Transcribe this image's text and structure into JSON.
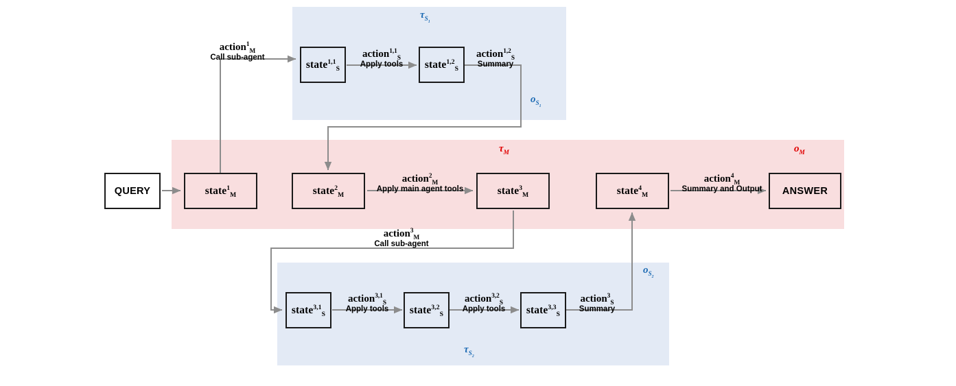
{
  "diagram": {
    "title": "Multi-agent trajectory diagram",
    "colors": {
      "sub_agent_band": "#e3eaf5",
      "main_agent_band": "#f9dedf",
      "sub_label": "#1f6cb4",
      "main_label": "#e00000",
      "arrow": "#8c8c8c",
      "box_border": "#1a1a1a"
    }
  },
  "regions": [
    {
      "id": "tau_s1",
      "label_html": "τ<sub>S<sub>1</sub></sub>",
      "label_plain": "τ_S1",
      "color": "#1f6cb4",
      "kind": "sub-agent-1-trajectory"
    },
    {
      "id": "tau_m",
      "label_html": "τ<sub>M</sub>",
      "label_plain": "τ_M",
      "color": "#e00000",
      "kind": "main-agent-trajectory"
    },
    {
      "id": "o_m",
      "label_html": "o<sub>M</sub>",
      "label_plain": "o_M",
      "color": "#e00000",
      "kind": "main-agent-output"
    },
    {
      "id": "o_s1",
      "label_html": "o<sub>S<sub>1</sub></sub>",
      "label_plain": "o_S1",
      "color": "#1f6cb4",
      "kind": "sub-agent-1-output"
    },
    {
      "id": "o_s2",
      "label_html": "o<sub>S<sub>2</sub></sub>",
      "label_plain": "o_S2",
      "color": "#1f6cb4",
      "kind": "sub-agent-2-output"
    },
    {
      "id": "tau_s2",
      "label_html": "τ<sub>S<sub>2</sub></sub>",
      "label_plain": "τ_S2",
      "color": "#1f6cb4",
      "kind": "sub-agent-2-trajectory"
    }
  ],
  "nodes": [
    {
      "id": "query",
      "label_html": "QUERY",
      "label_plain": "QUERY",
      "style": "plain-white"
    },
    {
      "id": "state_m1",
      "label_html": "state<sup>1</sup><sub>M</sub>",
      "label_plain": "state^1_M",
      "style": "math"
    },
    {
      "id": "state_m2",
      "label_html": "state<sup>2</sup><sub>M</sub>",
      "label_plain": "state^2_M",
      "style": "math"
    },
    {
      "id": "state_m3",
      "label_html": "state<sup>3</sup><sub>M</sub>",
      "label_plain": "state^3_M",
      "style": "math"
    },
    {
      "id": "state_m4",
      "label_html": "state<sup>4</sup><sub>M</sub>",
      "label_plain": "state^4_M",
      "style": "math"
    },
    {
      "id": "answer",
      "label_html": "ANSWER",
      "label_plain": "ANSWER",
      "style": "plain"
    },
    {
      "id": "state_s11",
      "label_html": "state<sup>1,1</sup><sub>S</sub>",
      "label_plain": "state^1,1_S",
      "style": "math"
    },
    {
      "id": "state_s12",
      "label_html": "state<sup>1,2</sup><sub>S</sub>",
      "label_plain": "state^1,2_S",
      "style": "math"
    },
    {
      "id": "state_s31",
      "label_html": "state<sup>3,1</sup><sub>S</sub>",
      "label_plain": "state^3,1_S",
      "style": "math"
    },
    {
      "id": "state_s32",
      "label_html": "state<sup>3,2</sup><sub>S</sub>",
      "label_plain": "state^3,2_S",
      "style": "math"
    },
    {
      "id": "state_s33",
      "label_html": "state<sup>3,3</sup><sub>S</sub>",
      "label_plain": "state^3,3_S",
      "style": "math"
    }
  ],
  "edges": [
    {
      "id": "a_m1",
      "action_html": "action<sup>1</sup><sub>M</sub>",
      "action_plain": "action^1_M",
      "caption": "Call sub-agent"
    },
    {
      "id": "a_s11",
      "action_html": "action<sup>1,1</sup><sub>S</sub>",
      "action_plain": "action^1,1_S",
      "caption": "Apply tools"
    },
    {
      "id": "a_s12",
      "action_html": "action<sup>1,2</sup><sub>S</sub>",
      "action_plain": "action^1,2_S",
      "caption": "Summary"
    },
    {
      "id": "a_m2",
      "action_html": "action<sup>2</sup><sub>M</sub>",
      "action_plain": "action^2_M",
      "caption": "Apply main agent tools"
    },
    {
      "id": "a_m3",
      "action_html": "action<sup>3</sup><sub>M</sub>",
      "action_plain": "action^3_M",
      "caption": "Call sub-agent"
    },
    {
      "id": "a_m4",
      "action_html": "action<sup>4</sup><sub>M</sub>",
      "action_plain": "action^4_M",
      "caption": "Summary and Output"
    },
    {
      "id": "a_s31",
      "action_html": "action<sup>3,1</sup><sub>S</sub>",
      "action_plain": "action^3,1_S",
      "caption": "Apply tools"
    },
    {
      "id": "a_s32",
      "action_html": "action<sup>3,2</sup><sub>S</sub>",
      "action_plain": "action^3,2_S",
      "caption": "Apply tools"
    },
    {
      "id": "a_s3",
      "action_html": "action<sup>3</sup><sub>S</sub>",
      "action_plain": "action^3_S",
      "caption": "Summary"
    }
  ]
}
